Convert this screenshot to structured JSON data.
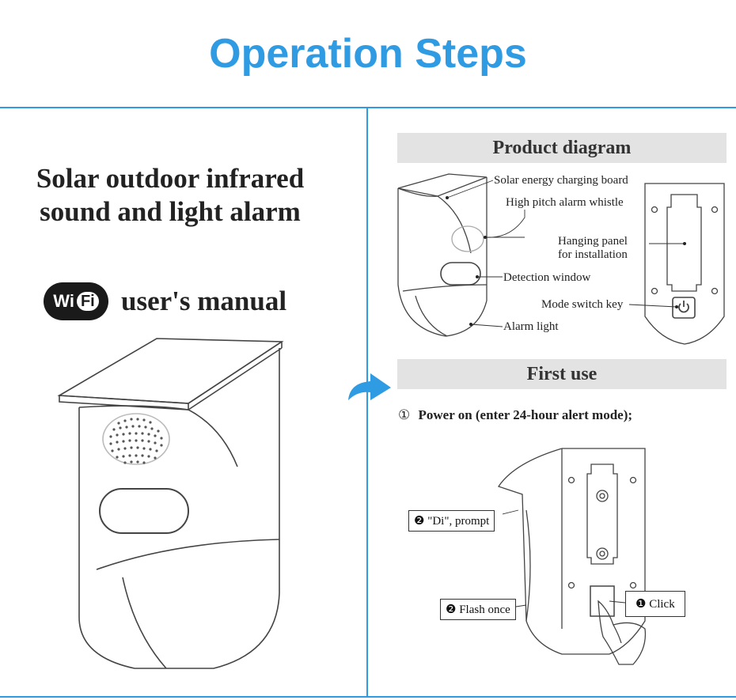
{
  "title": "Operation Steps",
  "left": {
    "heading_line1": "Solar outdoor infrared",
    "heading_line2": "sound and light alarm",
    "wifi_logo_left": "Wi",
    "wifi_logo_right": "Fi",
    "manual_label": "user's manual"
  },
  "product": {
    "section_title": "Product diagram",
    "labels": {
      "solar": "Solar energy charging board",
      "whistle": "High pitch alarm whistle",
      "hanging_line1": "Hanging panel",
      "hanging_line2": "for installation",
      "detection": "Detection window",
      "mode": "Mode switch key",
      "alarm_light": "Alarm light"
    }
  },
  "first_use": {
    "section_title": "First use",
    "step_number": "①",
    "step_text": "Power on (enter 24-hour alert mode);",
    "callouts": {
      "prompt": "❷ \"Di\", prompt",
      "flash": "❷ Flash once",
      "click": "❶ Click"
    }
  },
  "colors": {
    "accent": "#2f9be3",
    "section_bg": "#e3e3e3"
  }
}
